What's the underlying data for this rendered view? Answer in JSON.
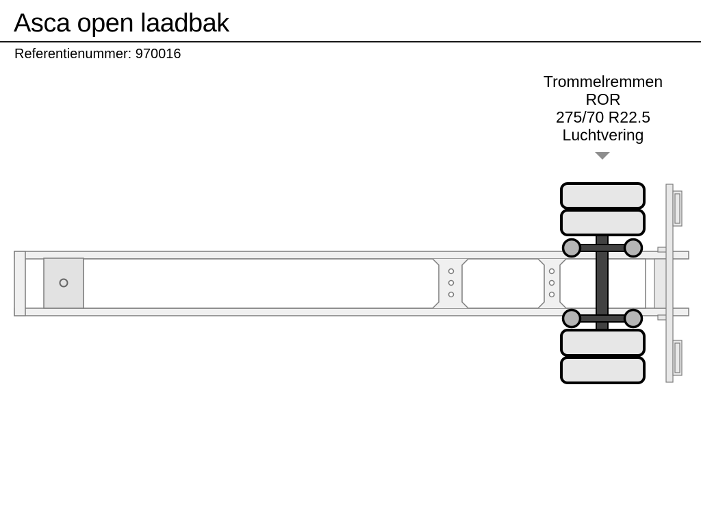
{
  "header": {
    "title": "Asca open laadbak",
    "reference_label": "Referentienummer:",
    "reference_value": "970016"
  },
  "annotation": {
    "lines": [
      "Trommelremmen",
      "ROR",
      "275/70 R22.5",
      "Luchtvering"
    ],
    "pointer_icon": "arrow-down-icon"
  },
  "diagram": {
    "type": "trailer-chassis-plan-view",
    "subject": "open laadbak semi-trailer chassis",
    "parts": [
      "chassis-frame-rails",
      "front-cross-member",
      "kingpin-plate",
      "kingpin",
      "cross-member-bolt-holes",
      "rear-cross-member",
      "rear-bumper-bar",
      "rear-lamp-brackets",
      "axle-beam",
      "suspension-arms",
      "air-bellows",
      "twin-tires"
    ],
    "bolt_hole_columns": 2,
    "bolt_holes_per_column": 3,
    "axle_count": 1,
    "tire_count": 4,
    "air_bellow_count": 4
  },
  "colors": {
    "frame_fill": "#f0f0f0",
    "plate_fill": "#e2e2e2",
    "rear_fill": "#e8e8e8",
    "tire_fill": "#e7e7e7",
    "bellows_fill": "#b5b5b5",
    "dark_fill": "#424242",
    "outline": "#7d7d7d",
    "arrow_gray": "#8e8e8e",
    "text": "#000000"
  }
}
